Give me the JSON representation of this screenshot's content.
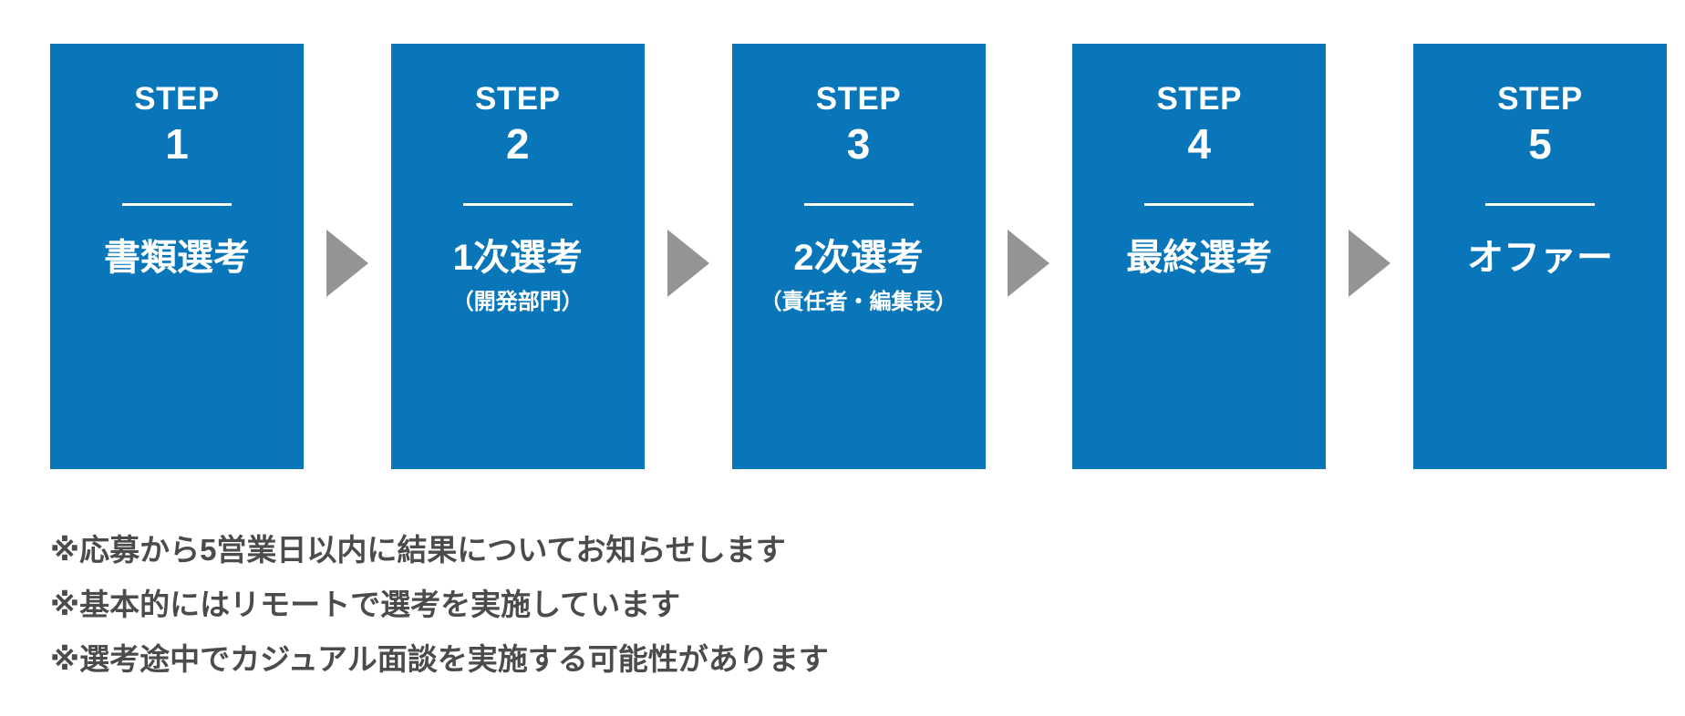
{
  "theme": {
    "box_color": "#0a76ba",
    "arrow_color": "#949494",
    "box_text_color": "#ffffff",
    "note_text_color": "#4b4b4b",
    "page_background": "#ffffff"
  },
  "flow": {
    "arrow_icon_name": "arrow-right-icon",
    "steps": [
      {
        "step_label": "STEP",
        "step_number": "1",
        "title": "書類選考",
        "subtitle": ""
      },
      {
        "step_label": "STEP",
        "step_number": "2",
        "title": "1次選考",
        "subtitle": "（開発部門）"
      },
      {
        "step_label": "STEP",
        "step_number": "3",
        "title": "2次選考",
        "subtitle": "（責任者・編集長）"
      },
      {
        "step_label": "STEP",
        "step_number": "4",
        "title": "最終選考",
        "subtitle": ""
      },
      {
        "step_label": "STEP",
        "step_number": "5",
        "title": "オファー",
        "subtitle": ""
      }
    ]
  },
  "notes": [
    "※応募から5営業日以内に結果についてお知らせします",
    "※基本的にはリモートで選考を実施しています",
    "※選考途中でカジュアル面談を実施する可能性があります"
  ]
}
